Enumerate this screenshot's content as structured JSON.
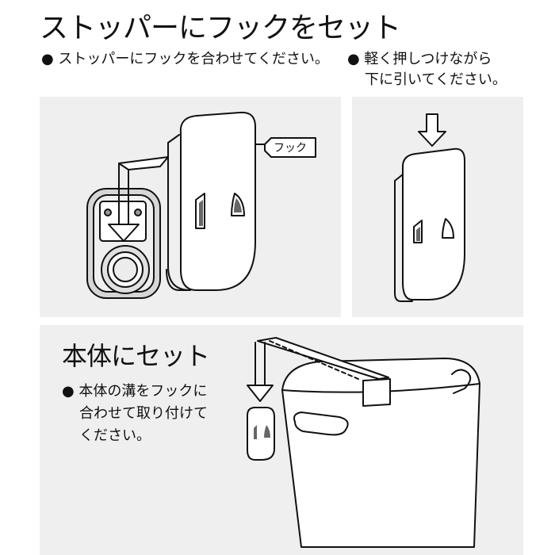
{
  "section1": {
    "title": "ストッパーにフックをセット",
    "step1": "● ストッパーにフックを合わせてください。",
    "step2_line1": "● 軽く押しつけながら",
    "step2_line2": "下に引いてください。",
    "hook_label": "フック"
  },
  "section2": {
    "title": "本体にセット",
    "line1": "● 本体の溝をフックに",
    "line2": "合わせて取り付けて",
    "line3": "ください。"
  }
}
